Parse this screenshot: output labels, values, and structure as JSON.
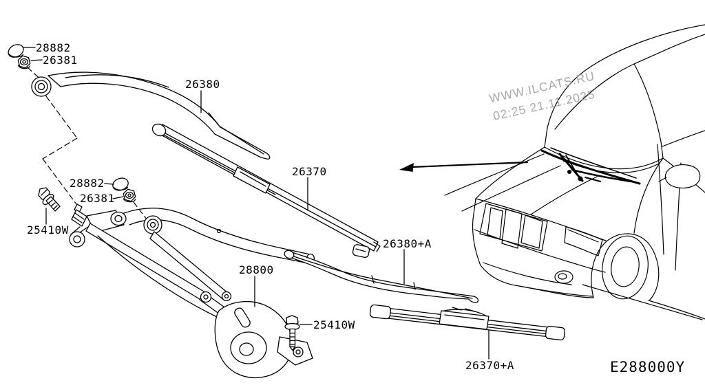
{
  "colors": {
    "background": "#ffffff",
    "line": "#000000",
    "watermark": "#a9a9a9"
  },
  "watermark": {
    "line1": "WWW.ILCATS.RU",
    "line2": "02:25 21.11.2025"
  },
  "diagram_code": "E288000Y",
  "labels": {
    "cap_top": "28882",
    "nut_top": "26381",
    "arm_driver": "26380",
    "blade_driver": "26370",
    "cap_mid": "28882",
    "nut_mid": "26381",
    "bolt_left": "25410W",
    "linkage_motor": "28800",
    "bolt_center": "25410W",
    "arm_passenger": "26380+A",
    "blade_passenger": "26370+A"
  }
}
